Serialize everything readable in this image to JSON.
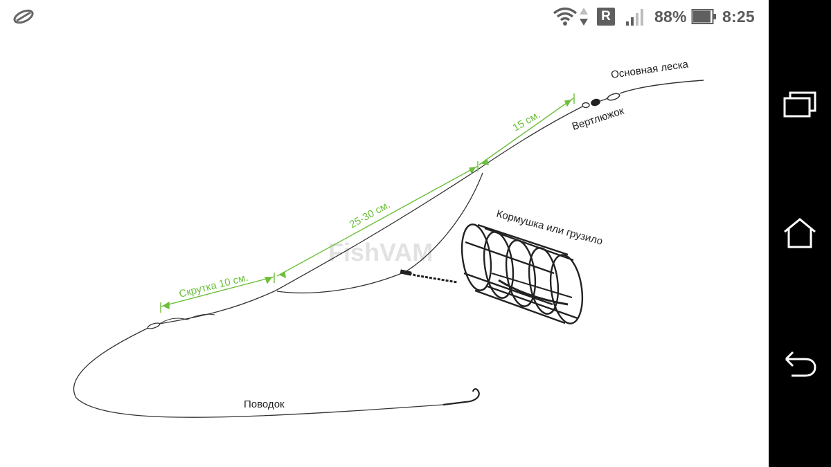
{
  "status_bar": {
    "battery_percent": "88%",
    "time": "8:25",
    "roaming": "R",
    "icons": [
      "app-notification-icon",
      "wifi-icon",
      "data-transfer-icon",
      "signal-icon",
      "battery-icon"
    ]
  },
  "diagram": {
    "watermark": "FishVAM",
    "labels": {
      "main_line": "Основная леска",
      "swivel": "Вертлюжок",
      "feeder": "Кормушка или грузило",
      "leader": "Поводок"
    },
    "measurements": {
      "m1": "15 см.",
      "m2": "25-30 см.",
      "m3": "Скрутка 10 см."
    },
    "accent_color": "#6cbf3a"
  },
  "nav_bar": {
    "buttons": [
      "recent-apps",
      "home",
      "back"
    ]
  }
}
